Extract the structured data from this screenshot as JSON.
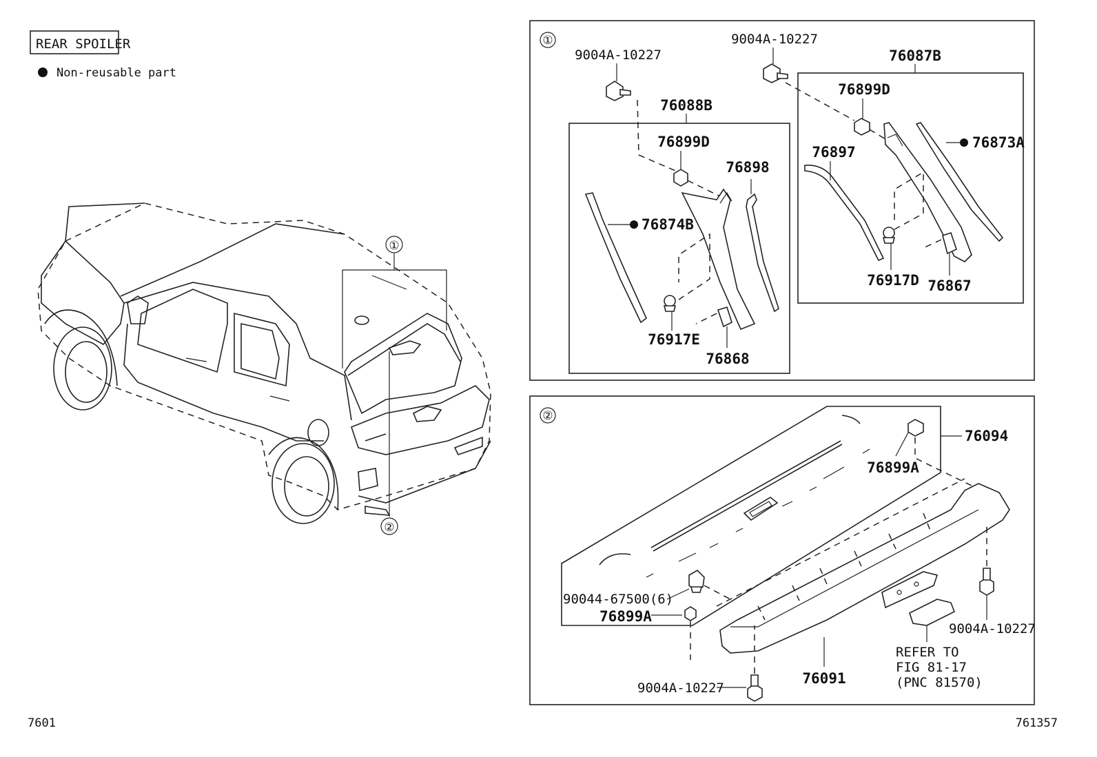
{
  "title": "REAR SPOILER",
  "legend": {
    "symbol": "●",
    "text": "Non-reusable part"
  },
  "figure_left": "7601",
  "figure_right": "761357",
  "vehicle": {
    "callout_1": "①",
    "callout_2": "②"
  },
  "group_1": {
    "callout": "①",
    "labels": {
      "bolt_left": "9004A-10227",
      "bolt_right": "9004A-10227",
      "assy_left": "76088B",
      "assy_right": "76087B",
      "clip_left": "76899D",
      "clip_right": "76899D",
      "trim_left": "76898",
      "moulding_left": "76874B",
      "moulding_right": "76873A",
      "trim_right": "76897",
      "pin_left": "76917E",
      "pin_right": "76917D",
      "retainer_left": "76868",
      "retainer_right": "76867"
    }
  },
  "group_2": {
    "callout": "②",
    "labels": {
      "spoiler_assy": "76094",
      "nut_top": "76899A",
      "clip_multi": "90044-67500(6)",
      "nut_bottom": "76899A",
      "bolt_bottom": "9004A-10227",
      "spoiler_main": "76091",
      "bolt_right": "9004A-10227",
      "refer_1": "REFER TO",
      "refer_2": "FIG 81-17",
      "refer_3": "(PNC 81570)"
    }
  }
}
